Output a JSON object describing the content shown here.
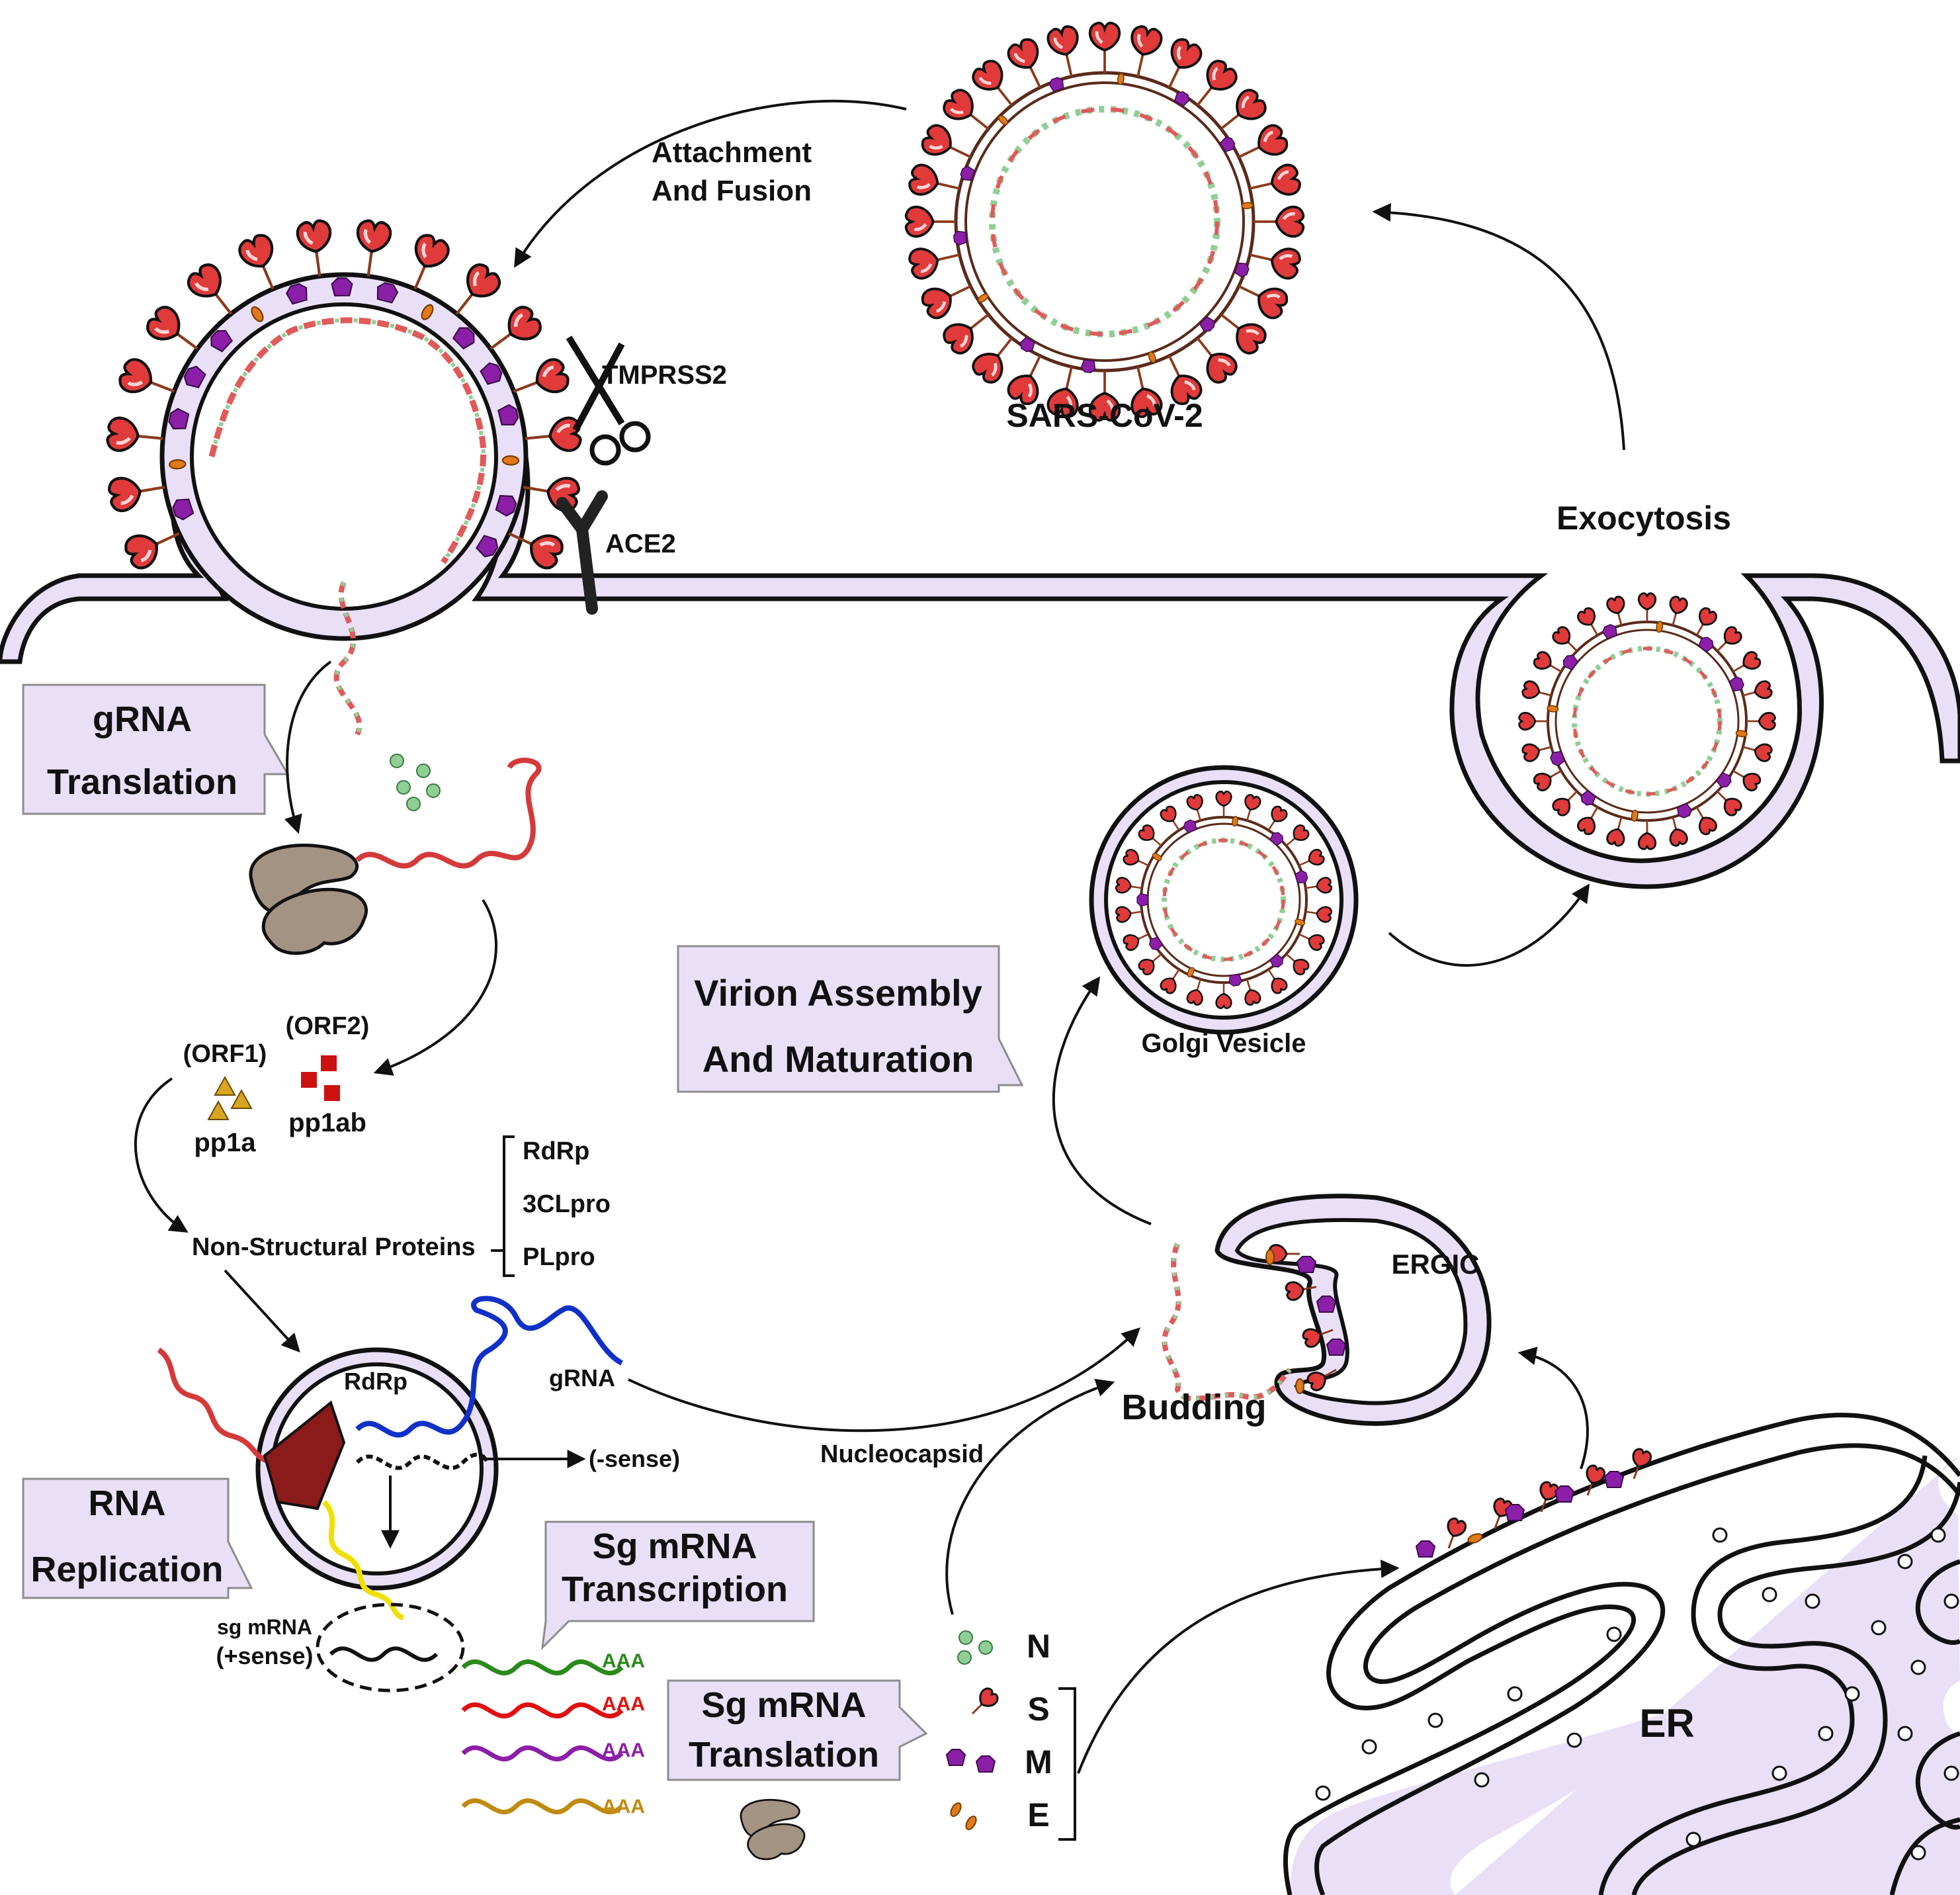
{
  "labels": {
    "attachment_line1": "Attachment",
    "attachment_line2": "And Fusion",
    "tmprss2": "TMPRSS2",
    "ace2": "ACE2",
    "sars": "SARS-CoV-2",
    "exocytosis": "Exocytosis",
    "golgi": "Golgi Vesicle",
    "orf1": "(ORF1)",
    "orf2": "(ORF2)",
    "pp1a": "pp1a",
    "pp1ab": "pp1ab",
    "nsp": "Non-Structural Proteins",
    "rdrp_list": "RdRp",
    "clpro": "3CLpro",
    "plpro": "PLpro",
    "ergic": "ERGIC",
    "budding": "Budding",
    "rdrp_enzyme": "RdRp",
    "grna": "gRNA",
    "neg_sense": "(-sense)",
    "nucleocapsid": "Nucleocapsid",
    "sg_mrna": "sg mRNA",
    "pos_sense": "(+sense)",
    "aaa": "AAA",
    "n": "N",
    "s": "S",
    "m": "M",
    "e": "E",
    "er": "ER"
  },
  "callouts": {
    "grna_translation": [
      "gRNA",
      "Translation"
    ],
    "virion_assembly": [
      "Virion Assembly",
      "And Maturation"
    ],
    "rna_replication": [
      "RNA",
      "Replication"
    ],
    "sg_transcription": [
      "Sg mRNA",
      "Transcription"
    ],
    "sg_translation": [
      "Sg mRNA",
      "Translation"
    ]
  },
  "colors": {
    "membrane_fill": "#e9e0f7",
    "spike_red": "#e03a3a",
    "m_protein": "#8b1fa8",
    "e_protein": "#e07a1a",
    "n_protein": "#8fcf95",
    "ribosome": "#a39383",
    "rdrp_red": "#8b1a1a",
    "pp1a_yellow": "#d9a520",
    "pp1ab_red": "#cc1111",
    "rna_blue": "#1030c8",
    "rna_yellow": "#f0e000",
    "sg_green": "#2a8a1a",
    "sg_red": "#e01010",
    "sg_purple": "#8b1fa8",
    "sg_gold": "#c08a10"
  }
}
